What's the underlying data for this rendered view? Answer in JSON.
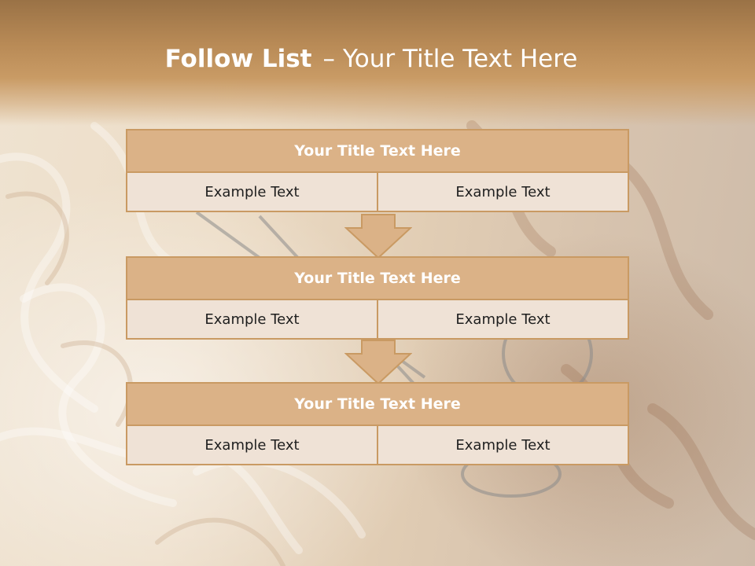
{
  "slide": {
    "title_bold": "Follow List",
    "title_dash": "–",
    "title_rest": "Your Title Text Here"
  },
  "steps": [
    {
      "title": "Your Title Text Here",
      "left": "Example Text",
      "right": "Example Text"
    },
    {
      "title": "Your Title Text Here",
      "left": "Example Text",
      "right": "Example Text"
    },
    {
      "title": "Your Title Text Here",
      "left": "Example Text",
      "right": "Example Text"
    }
  ],
  "colors": {
    "header": "#c99b65",
    "box_title_fill": "#dbb287",
    "box_row_fill": "#efe2d6",
    "box_border": "#c99a63",
    "arrow_fill": "#dbb287",
    "title_text": "#ffffff",
    "row_text": "#1e1e1e"
  },
  "icons": {
    "arrow": "down-arrow-icon",
    "background": "scissors-in-hair-photo"
  }
}
